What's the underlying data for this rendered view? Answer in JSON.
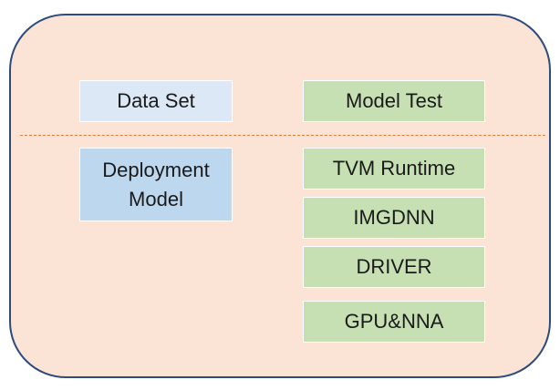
{
  "diagram": {
    "colors": {
      "container_fill": "#fbe4d5",
      "container_border": "#2f4b7c",
      "divider": "#e07b39",
      "light_blue": "#dce8f5",
      "mid_blue": "#bdd7ee",
      "green": "#c6e0b4"
    },
    "upper": {
      "data_set": "Data Set",
      "model_test": "Model Test"
    },
    "lower": {
      "deployment_model": [
        "Deployment",
        "Model"
      ],
      "stack": [
        "TVM Runtime",
        "IMGDNN",
        "DRIVER",
        "GPU&NNA"
      ]
    }
  }
}
